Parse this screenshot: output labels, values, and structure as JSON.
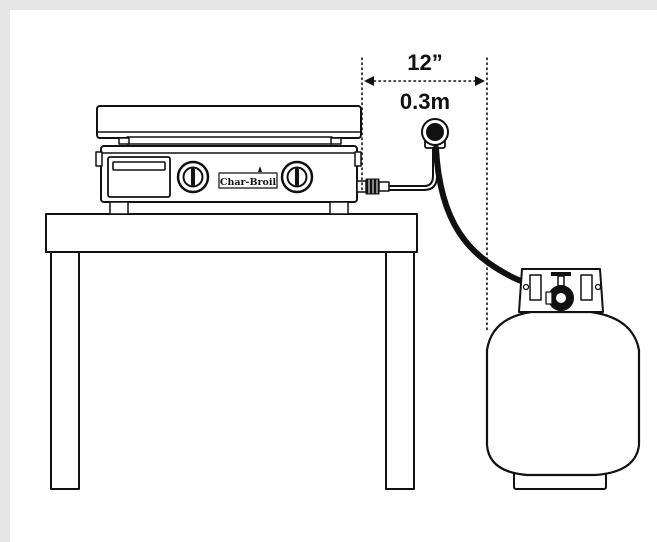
{
  "dimension": {
    "imperial": "12”",
    "metric": "0.3m"
  },
  "griddle": {
    "brand": "Char-Broil"
  },
  "colors": {
    "ink": "#111111",
    "background": "#e6e6e6",
    "panel": "#ffffff"
  }
}
